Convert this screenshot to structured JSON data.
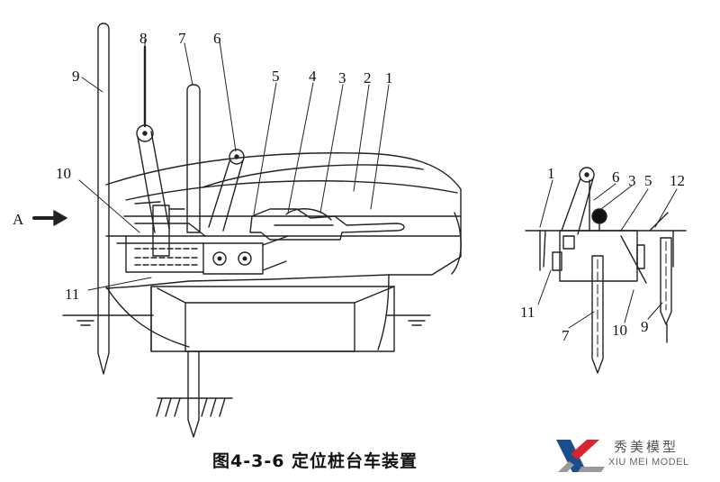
{
  "figure": {
    "caption": "图4-3-6   定位桩台车装置",
    "view_marker": "A",
    "left_view_labels": {
      "l1": "1",
      "l2": "2",
      "l3": "3",
      "l4": "4",
      "l5": "5",
      "l6": "6",
      "l7": "7",
      "l8": "8",
      "l9": "9",
      "l10": "10",
      "l11": "11"
    },
    "right_view_labels": {
      "r1": "1",
      "r6": "6",
      "r3": "3",
      "r5": "5",
      "r12": "12",
      "r11": "11",
      "r7": "7",
      "r10": "10",
      "r9": "9"
    }
  },
  "watermark": {
    "name_cn": "秀美模型",
    "name_en": "XIU MEI MODEL",
    "colors": {
      "blue": "#1b4e8c",
      "red": "#d9232d",
      "gray": "#9a9a9a"
    }
  }
}
